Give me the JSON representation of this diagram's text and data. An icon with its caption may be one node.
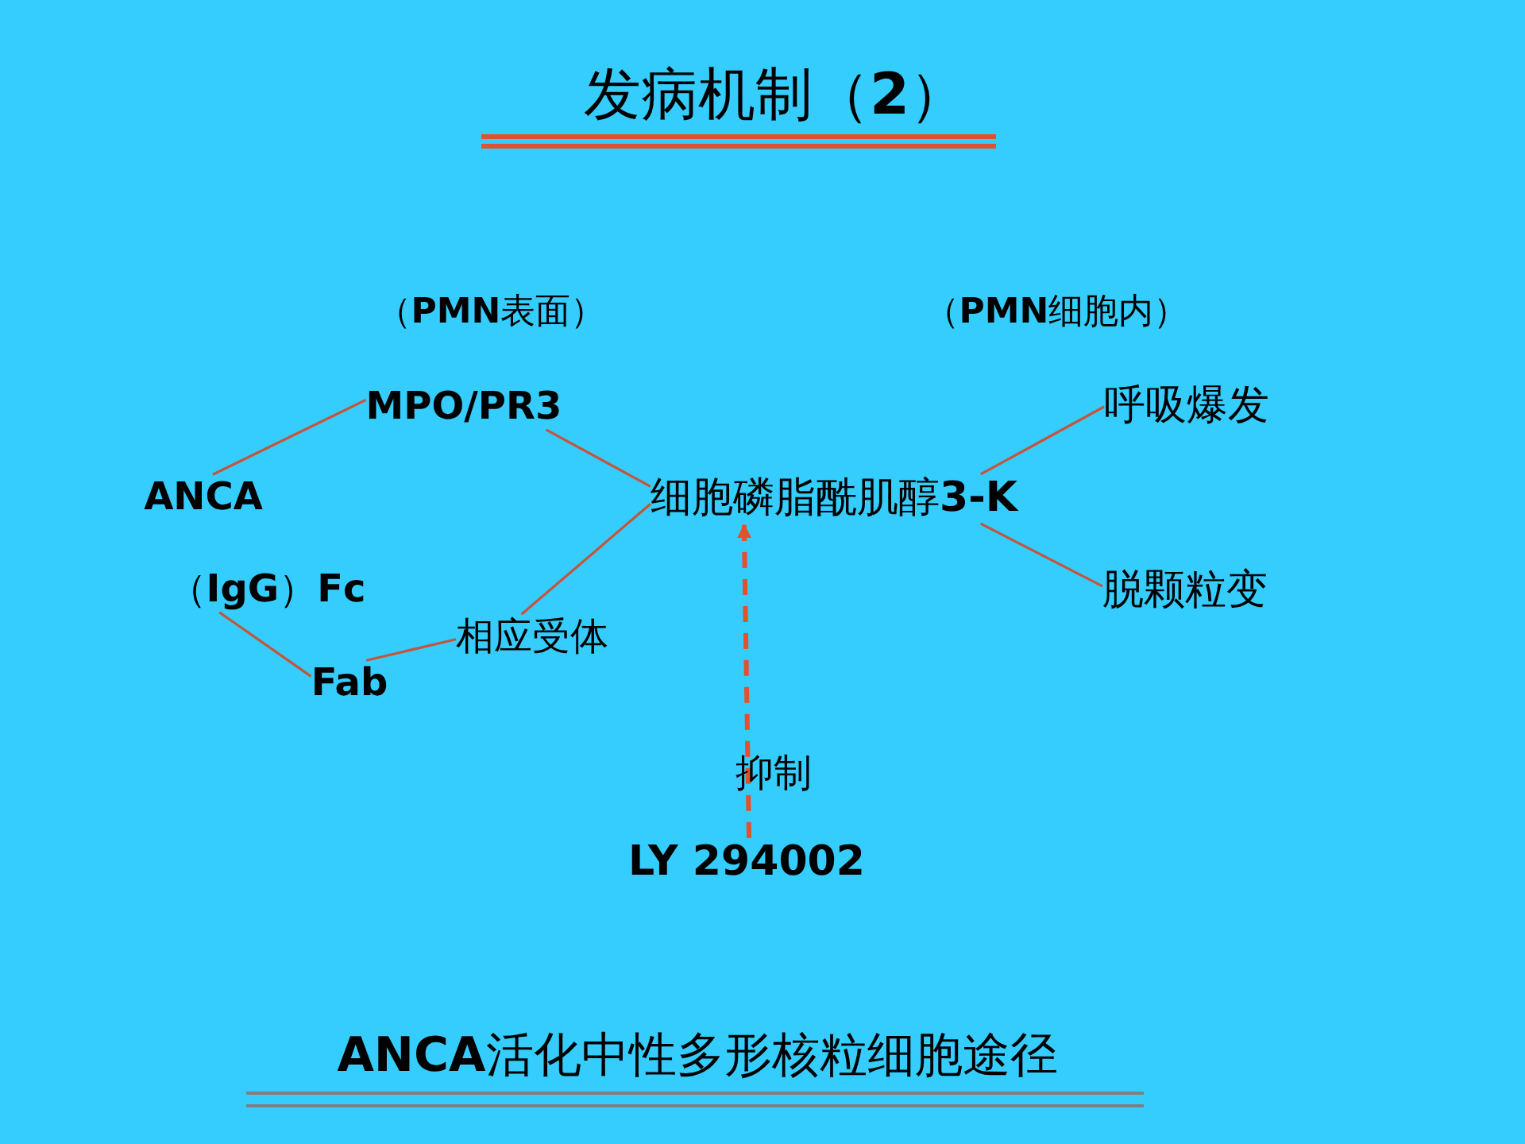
{
  "diagram": {
    "title": "发病机制（2）",
    "caption": "ANCA活化中性多形核粒细胞途径",
    "nodes": [
      {
        "text": [
          "MPO/PR3"
        ]
      },
      {
        "text": [
          "呼吸爆发"
        ]
      },
      {
        "text": [
          "ANCA"
        ]
      },
      {
        "text": [
          "细胞磷脂酰肌醇3-K"
        ]
      },
      {
        "text": [
          "（IgG）Fc"
        ]
      },
      {
        "text": [
          "脱颗粒变"
        ]
      },
      {
        "text": [
          "相应受体"
        ]
      },
      {
        "text": [
          "Fab"
        ]
      },
      {
        "text": [
          "LY 294002"
        ]
      }
    ],
    "edges": [
      {
        "from": 2,
        "to": 0,
        "arrow": "none"
      },
      {
        "from": 0,
        "to": 3,
        "arrow": "none"
      },
      {
        "from": 4,
        "to": 7,
        "arrow": "none"
      },
      {
        "from": 7,
        "to": 6,
        "arrow": "none"
      },
      {
        "from": 6,
        "to": 3,
        "arrow": "none"
      },
      {
        "from": 3,
        "to": 1,
        "arrow": "none"
      },
      {
        "from": 3,
        "to": 5,
        "arrow": "none"
      },
      {
        "from": 8,
        "to": 3,
        "arrow": "to",
        "label": "抑制",
        "style": "dashed",
        "color": "#e2502c"
      }
    ],
    "labels": [
      "（PMN表面）",
      "（PMN细胞内）"
    ]
  }
}
